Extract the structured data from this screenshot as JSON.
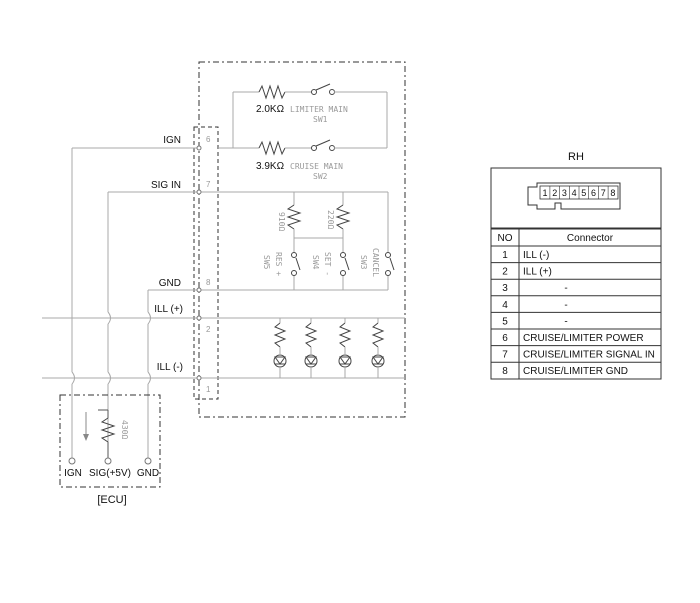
{
  "switch_unit": {
    "pins": {
      "ign": "6",
      "sig_in": "7",
      "gnd": "8",
      "ill_plus": "2",
      "ill_minus": "1"
    },
    "r1": "2.0KΩ",
    "sw1_name": "LIMITER MAIN",
    "sw1_id": "SW1",
    "r2": "3.9KΩ",
    "sw2_name": "CRUISE MAIN",
    "sw2_id": "SW2",
    "r3": "910Ω",
    "r4": "220Ω",
    "sw5_id": "SW5",
    "sw5_name": "RES +",
    "sw4_id": "SW4",
    "sw4_name": "SET -",
    "sw3_id": "SW3",
    "sw3_name": "CANCEL"
  },
  "wires": {
    "ign": "IGN",
    "sig_in": "SIG IN",
    "gnd": "GND",
    "ill_plus": "ILL (+)",
    "ill_minus": "ILL (-)"
  },
  "ecu": {
    "resistor": "430Ω",
    "pin_ign": "IGN",
    "pin_sig": "SIG(+5V)",
    "pin_gnd": "GND",
    "label": "[ECU]"
  },
  "connector": {
    "title": "RH",
    "pin_numbers": [
      "1",
      "2",
      "3",
      "4",
      "5",
      "6",
      "7",
      "8"
    ],
    "header_no": "NO",
    "header_connector": "Connector",
    "rows": [
      {
        "no": "1",
        "name": "ILL (-)"
      },
      {
        "no": "2",
        "name": "ILL (+)"
      },
      {
        "no": "3",
        "name": "-"
      },
      {
        "no": "4",
        "name": "-"
      },
      {
        "no": "5",
        "name": "-"
      },
      {
        "no": "6",
        "name": "CRUISE/LIMITER POWER"
      },
      {
        "no": "7",
        "name": "CRUISE/LIMITER SIGNAL IN"
      },
      {
        "no": "8",
        "name": "CRUISE/LIMITER GND"
      }
    ]
  }
}
